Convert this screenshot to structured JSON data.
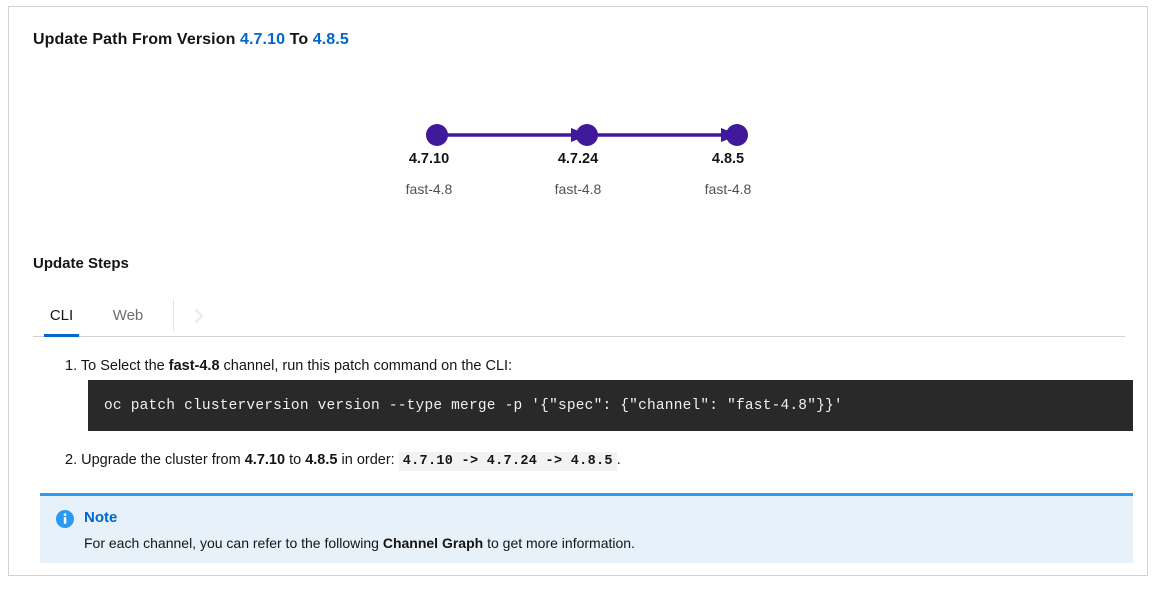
{
  "header": {
    "title_prefix": "Update Path From Version",
    "from_version": "4.7.10",
    "joiner": "To",
    "to_version": "4.8.5"
  },
  "graph": {
    "accent_color": "#40199a",
    "nodes": [
      {
        "version": "4.7.10",
        "channel": "fast-4.8"
      },
      {
        "version": "4.7.24",
        "channel": "fast-4.8"
      },
      {
        "version": "4.8.5",
        "channel": "fast-4.8"
      }
    ]
  },
  "update_steps": {
    "section_title": "Update Steps",
    "tabs": [
      {
        "label": "CLI",
        "active": true
      },
      {
        "label": "Web",
        "active": false
      }
    ],
    "scroll_icon": "chevron-right-icon",
    "active_tab_color": "#0066cc",
    "step1": {
      "number": "1.",
      "text_before": "To Select the",
      "channel": "fast-4.8",
      "text_after": "channel, run this patch command on the CLI:",
      "command": "oc patch clusterversion version --type merge -p '{\"spec\": {\"channel\": \"fast-4.8\"}}'"
    },
    "step2": {
      "number": "2.",
      "text_before": "Upgrade the cluster from",
      "from_version": "4.7.10",
      "text_middle": "to",
      "to_version": "4.8.5",
      "text_after": "in order:",
      "order_code": "4.7.10 -> 4.7.24 -> 4.8.5",
      "trailing": "."
    }
  },
  "alert": {
    "icon": "info-circle-icon",
    "title": "Note",
    "body_before": "For each channel, you can refer to the following",
    "body_link": "Channel Graph",
    "body_after": "to get more information.",
    "accent_color": "#2b9af3",
    "background_color": "#e7f1fa"
  }
}
